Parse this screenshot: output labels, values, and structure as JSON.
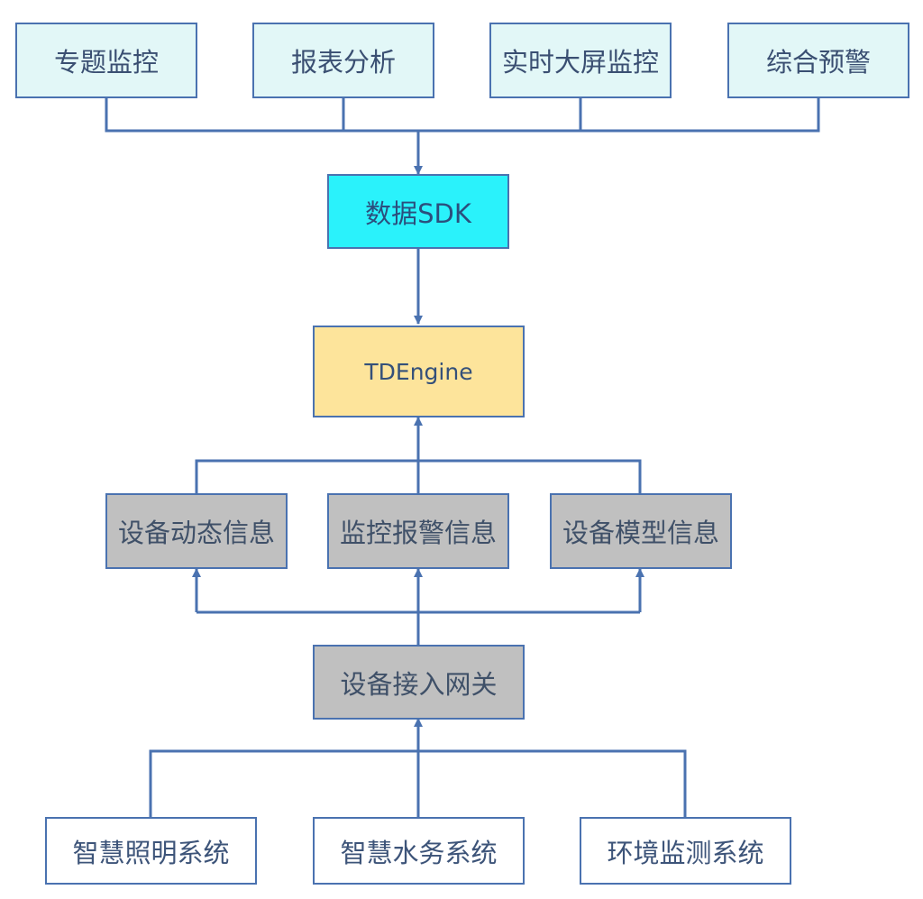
{
  "apps": {
    "topic_monitor": "专题监控",
    "report_analysis": "报表分析",
    "realtime_screen": "实时大屏监控",
    "alerts": "综合预警"
  },
  "sdk": "数据SDK",
  "engine": "TDEngine",
  "info": {
    "device_dynamic": "设备动态信息",
    "monitor_alarm": "监控报警信息",
    "device_model": "设备模型信息"
  },
  "gateway": "设备接入网关",
  "sources": {
    "lighting": "智慧照明系统",
    "water": "智慧水务系统",
    "environment": "环境监测系统"
  },
  "colors": {
    "connector": "#4a72b0",
    "app_fill": "#e2f7f7",
    "sdk_fill": "#2af2fb",
    "engine_fill": "#fde49b",
    "info_fill": "#c0c0c0",
    "source_fill": "#ffffff"
  }
}
